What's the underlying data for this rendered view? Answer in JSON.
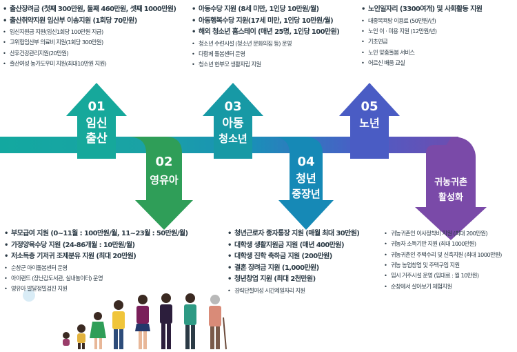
{
  "stages": [
    {
      "num": "01",
      "label": [
        "임신",
        "출산"
      ],
      "color": "#15a79a"
    },
    {
      "num": "02",
      "label": [
        "영유아"
      ],
      "color": "#2f9e58"
    },
    {
      "num": "03",
      "label": [
        "아동",
        "청소년"
      ],
      "color": "#1799a5"
    },
    {
      "num": "04",
      "label": [
        "청년",
        "중장년"
      ],
      "color": "#1689b6"
    },
    {
      "num": "05",
      "label": [
        "노년"
      ],
      "color": "#4a5cc4"
    },
    {
      "num": "",
      "label": [
        "귀농귀촌",
        "활성화"
      ],
      "color": "#7a4aa8"
    }
  ],
  "lists": {
    "pregnancy": {
      "main": [
        "출산장려금 (첫째 300만원, 둘째 460만원, 셋째 1000만원)",
        "출산취약지원 임산부 이송지원 (1회당 70만원)"
      ],
      "sub": [
        "임신지원금 지원(임신1회당 100만원 지급)",
        "고위험임산부 의료비 지원(1회당 300만원)",
        "산후건강관리지원(20만원)",
        "출산여성 농가도우미 지원(최대10만원 지원)"
      ]
    },
    "youth": {
      "main": [
        "아동수당 지원 (8세 미만, 1인당 10만원/월)",
        "아동행복수당 지원(17세 미만, 1인당 10만원/월)",
        "해외 청소년 홈스테이 (매년 25명, 1인당 100만원)"
      ],
      "sub": [
        "청소년 수련시설 (청소년 문화의집 등) 운영",
        "다함께 돌봄센터 운영",
        "청소년 한부모 생활자립 지원"
      ]
    },
    "elderly": {
      "main": [
        "노인일자리 (3300여개) 및 사회활동 지원"
      ],
      "sub": [
        "대중목욕탕 이용료 (50만원/년)",
        "노인 이 · 미용 지원 (12만원/년)",
        "기초연금",
        "노인 맞춤돌봄 서비스",
        "어르신 배움 교실"
      ]
    },
    "infant": {
      "main": [
        "부모급여 지원 (0~11월 : 100만원/월, 11~23월 : 50만원/월)",
        "가정양육수당 지원 (24-86개월 : 10만원/월)",
        "저소득층 기저귀 조제분유 지원 (최대 20만원)"
      ],
      "sub": [
        "순창군 아이돌봄센터 운영",
        "아이랜드 (장난감도서관, 실내놀이터) 운영",
        "영유아 발달정밀검진 지원"
      ]
    },
    "adult": {
      "main": [
        "청년근로자 종자통장 지원 (매월 최대 30만원)",
        "대학생 생활지원금 지원 (매년 400만원)",
        "대학생 진학 축하금 지원 (200만원)",
        "결혼 장려금 지원 (1,000만원)",
        "청년창업 지원 (최대 2천만원)"
      ],
      "sub": [
        "경력단절여성 시간제일자리 지원"
      ]
    },
    "farming": {
      "sub": [
        "귀농귀촌인 이사정착비 지원 (최대 200만원)",
        "귀농자 소득기반 지원 (최대 1000만원)",
        "귀농귀촌인 주택수리 및 신축지원 (최대 1000만원)",
        "귀농 농업창업 및 주택구입 지원",
        "임시 거주시설 운영 (임대료 : 월 10만원)",
        "순창에서 살아보기 체험지원"
      ]
    }
  }
}
